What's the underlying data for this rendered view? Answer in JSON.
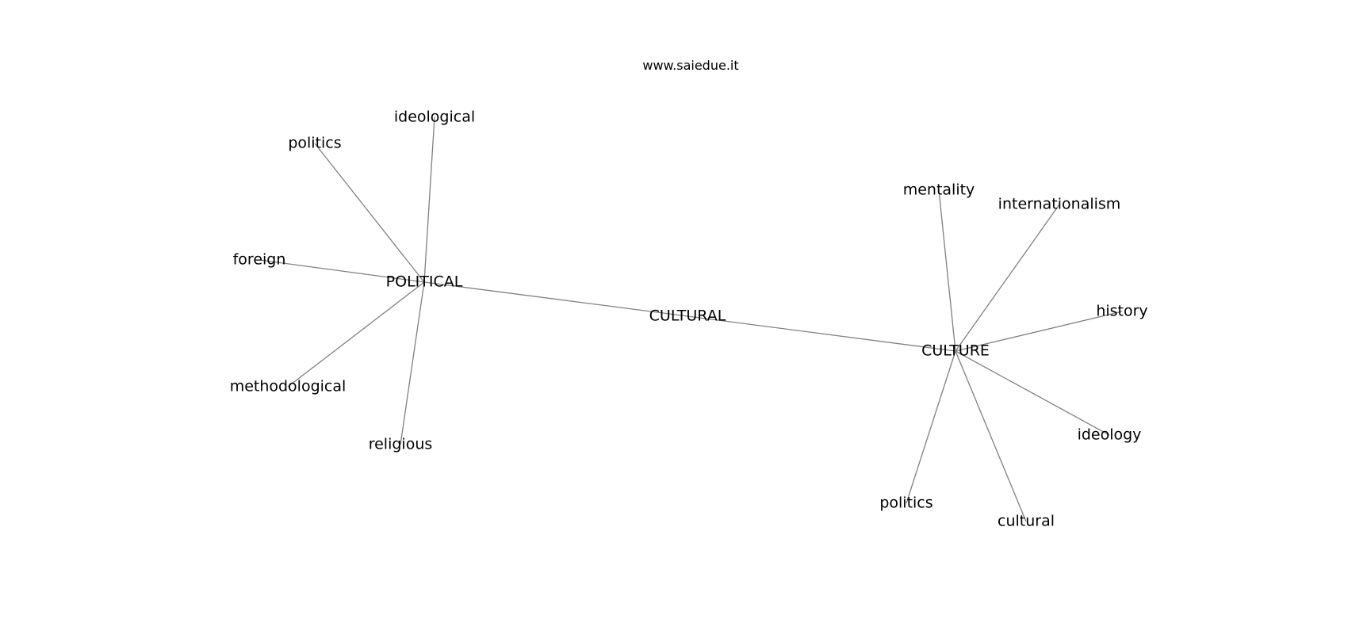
{
  "watermark": "www.saiedue.it",
  "graph": {
    "nodes": [
      {
        "id": "POLITICAL",
        "label": "POLITICAL"
      },
      {
        "id": "CULTURAL",
        "label": "CULTURAL"
      },
      {
        "id": "CULTURE",
        "label": "CULTURE"
      },
      {
        "id": "ideological",
        "label": "ideological"
      },
      {
        "id": "politics_1",
        "label": "politics"
      },
      {
        "id": "foreign",
        "label": "foreign"
      },
      {
        "id": "methodological",
        "label": "methodological"
      },
      {
        "id": "religious",
        "label": "religious"
      },
      {
        "id": "mentality",
        "label": "mentality"
      },
      {
        "id": "internationalism",
        "label": "internationalism"
      },
      {
        "id": "history",
        "label": "history"
      },
      {
        "id": "ideology",
        "label": "ideology"
      },
      {
        "id": "cultural",
        "label": "cultural"
      },
      {
        "id": "politics_2",
        "label": "politics"
      }
    ],
    "edges": [
      [
        "POLITICAL",
        "ideological"
      ],
      [
        "POLITICAL",
        "politics_1"
      ],
      [
        "POLITICAL",
        "foreign"
      ],
      [
        "POLITICAL",
        "methodological"
      ],
      [
        "POLITICAL",
        "religious"
      ],
      [
        "POLITICAL",
        "CULTURAL"
      ],
      [
        "CULTURAL",
        "CULTURE"
      ],
      [
        "CULTURE",
        "mentality"
      ],
      [
        "CULTURE",
        "internationalism"
      ],
      [
        "CULTURE",
        "history"
      ],
      [
        "CULTURE",
        "ideology"
      ],
      [
        "CULTURE",
        "cultural"
      ],
      [
        "CULTURE",
        "politics_2"
      ]
    ]
  }
}
